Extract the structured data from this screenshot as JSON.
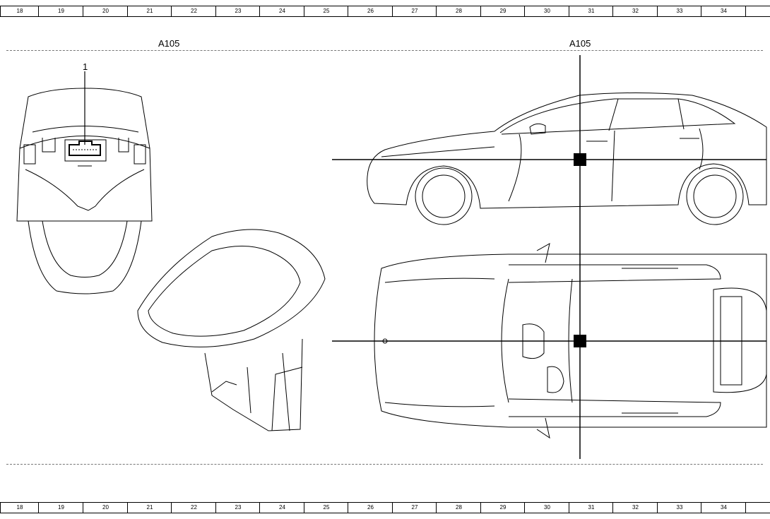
{
  "ruler": {
    "ticks": [
      "18",
      "19",
      "20",
      "21",
      "22",
      "23",
      "24",
      "25",
      "26",
      "27",
      "28",
      "29",
      "30",
      "31",
      "32",
      "33",
      "34"
    ]
  },
  "diagram": {
    "section_label_left": "A105",
    "section_label_right": "A105",
    "callout_1": "1"
  }
}
